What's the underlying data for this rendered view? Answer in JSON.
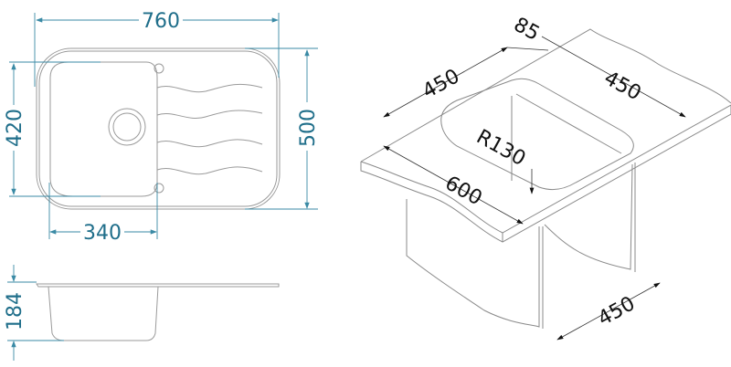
{
  "title": "Sink dimension drawing",
  "colors": {
    "dimension": "#1f6e8a",
    "outline": "#9a9a9a",
    "iso_text": "#111111"
  },
  "top_view": {
    "width_label": "760",
    "depth_label": "500",
    "bowl_depth_label": "420",
    "bowl_width_label": "340"
  },
  "side_view": {
    "height_label": "184"
  },
  "iso_view": {
    "inset_label": "85",
    "bowl_left_label": "450",
    "bowl_right_label": "450",
    "radius_label": "R130",
    "countertop_label": "600",
    "cabinet_label": "450"
  }
}
